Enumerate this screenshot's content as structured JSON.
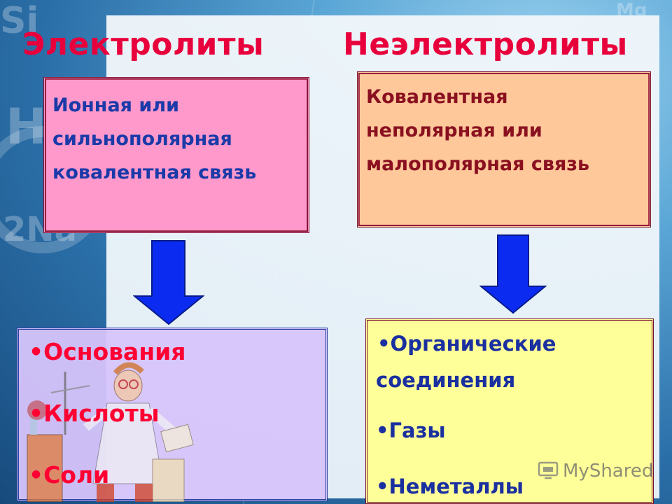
{
  "slide": {
    "title_left": "Электролиты",
    "title_right": "Неэлектролиты",
    "electrolyte_bond": {
      "lines": [
        "Ионная или",
        "сильнополярная",
        "ковалентная связь"
      ]
    },
    "nonelectrolyte_bond": {
      "lines": [
        "Ковалентная",
        "неполярная или",
        "малополярная связь"
      ]
    },
    "electrolyte_examples": [
      "•Основания",
      "•Кислоты",
      "•Соли"
    ],
    "nonelectrolyte_examples": [
      "•Органические",
      "соединения",
      "•Газы",
      "•Неметаллы"
    ],
    "watermark": "MyShared"
  },
  "colors": {
    "title": "#e8003c",
    "arrow": "#0b2cf0",
    "ionic_box": "#ff99cc",
    "covalent_box": "#ffc89a",
    "electrolyte_list_box": "#d6c4fa",
    "nonelectrolyte_list_box": "#ffff99"
  },
  "icons": [
    "down-arrow-icon",
    "scientist-illustration",
    "myshared-logo-icon"
  ]
}
